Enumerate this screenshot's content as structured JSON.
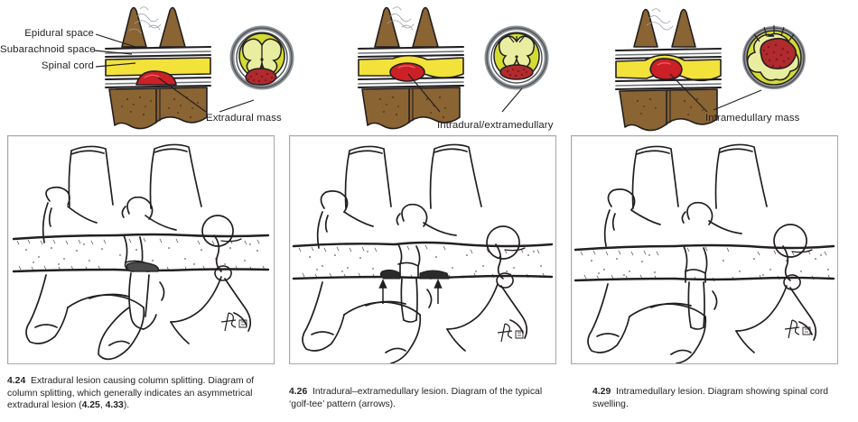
{
  "figure": {
    "kind": "medical-illustration-plate",
    "topic": "Spinal lesion localization on myelography",
    "background_color": "#ffffff"
  },
  "palette": {
    "bone_brown": "#8a6433",
    "bone_brown_dark": "#6d4d24",
    "fat_yellow": "#f2e23a",
    "cord_green": "#d2dc32",
    "mass_red": "#cc2026",
    "mass_red_dark": "#9e2022",
    "dura_grey": "#b9bcc0",
    "outline": "#231f20",
    "panel_border": "#a8a8ac",
    "text": "#231f20"
  },
  "callouts": {
    "left": [
      {
        "id": "epidural-space",
        "text": "Epidural space"
      },
      {
        "id": "subarachnoid-space",
        "text": "Subarachnoid space"
      },
      {
        "id": "spinal-cord",
        "text": "Spinal cord"
      }
    ],
    "masses": [
      {
        "id": "extradural-mass",
        "text": "Extradural mass"
      },
      {
        "id": "intradural-extramedullary",
        "text": "Intradural/extramedullary"
      },
      {
        "id": "intramedullary-mass",
        "text": "Intramedullary mass"
      }
    ]
  },
  "panels": [
    {
      "id": "panel-4-24",
      "number": "4.24",
      "caption_rest": "Extradural lesion causing column splitting. Diagram of column splitting, which generally indicates an asymmetrical extradural lesion (",
      "caption_refs": [
        "4.25",
        "4.33"
      ],
      "caption_tail": ").",
      "arrows": 0,
      "artist_signature": true
    },
    {
      "id": "panel-4-26",
      "number": "4.26",
      "caption_rest": "Intradural–extramedullary lesion. Diagram of the typical ‘golf-tee’ pattern (arrows).",
      "caption_refs": [],
      "caption_tail": "",
      "arrows": 2,
      "artist_signature": true
    },
    {
      "id": "panel-4-29",
      "number": "4.29",
      "caption_rest": "Intramedullary lesion. Diagram showing spinal cord swelling.",
      "caption_refs": [],
      "caption_tail": "",
      "arrows": 0,
      "artist_signature": true
    }
  ]
}
